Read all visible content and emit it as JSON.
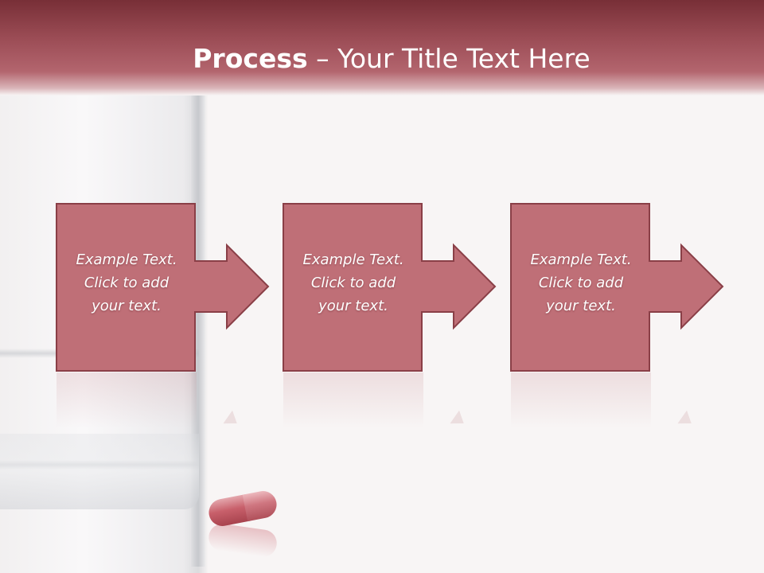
{
  "slide": {
    "title_bold": "Process",
    "title_dash": " – ",
    "title_rest": "Your Title Text Here"
  },
  "steps": [
    {
      "line1": "Example Text.",
      "line2": "Click  to add",
      "line3": "your text."
    },
    {
      "line1": "Example Text.",
      "line2": "Click  to add",
      "line3": "your text."
    },
    {
      "line1": "Example Text.",
      "line2": "Click  to add",
      "line3": "your text."
    }
  ],
  "colors": {
    "header": "#9b4c55",
    "box_fill": "#bf6f77",
    "box_border": "#8a3f47",
    "background": "#f8f5f5"
  }
}
